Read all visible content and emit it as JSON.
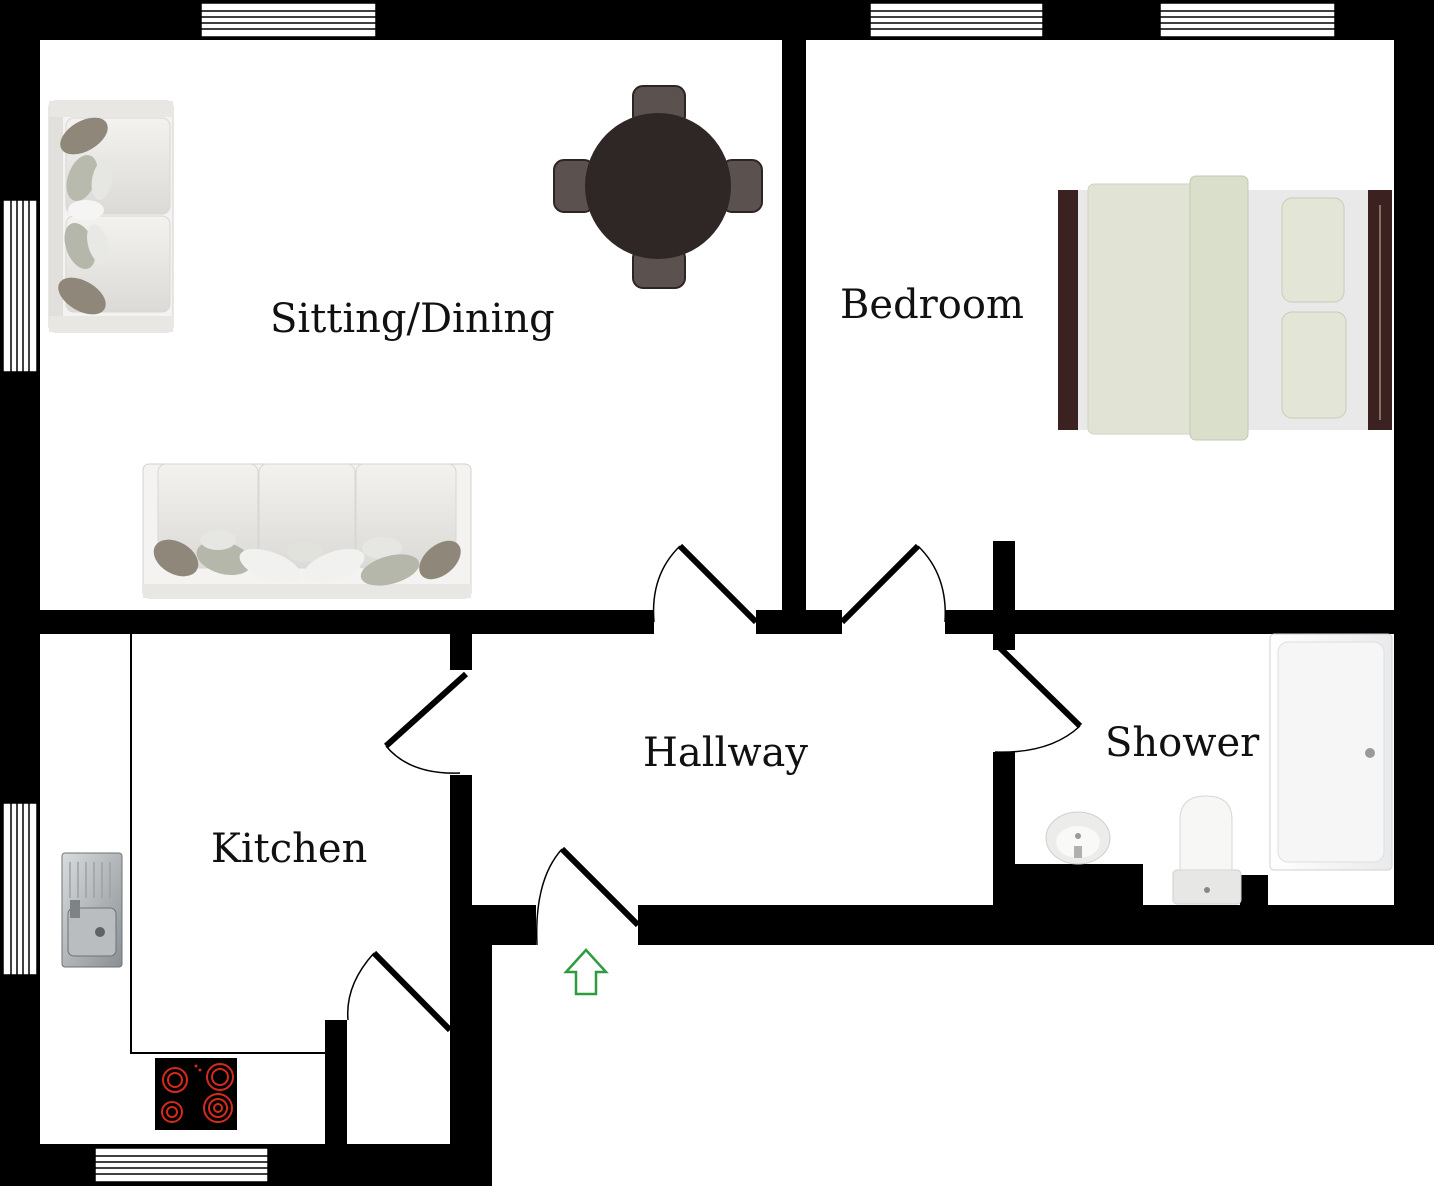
{
  "floorplan": {
    "rooms": {
      "sitting_dining": "Sitting/Dining",
      "bedroom": "Bedroom",
      "hallway": "Hallway",
      "shower": "Shower",
      "kitchen": "Kitchen"
    },
    "colors": {
      "wall": "#000000",
      "floor": "#ffffff",
      "entrance_arrow": "#2e9b3e",
      "hob_ring": "#d42a1a",
      "table": "#2e2726",
      "bed_frame": "#3b2220",
      "sofa": "#eceae7"
    },
    "icons": [
      "sofa-icon",
      "dining-table-icon",
      "bed-icon",
      "bath-icon",
      "toilet-icon",
      "basin-icon",
      "sink-icon",
      "hob-icon",
      "entrance-arrow-icon",
      "window-icon",
      "door-icon"
    ]
  }
}
